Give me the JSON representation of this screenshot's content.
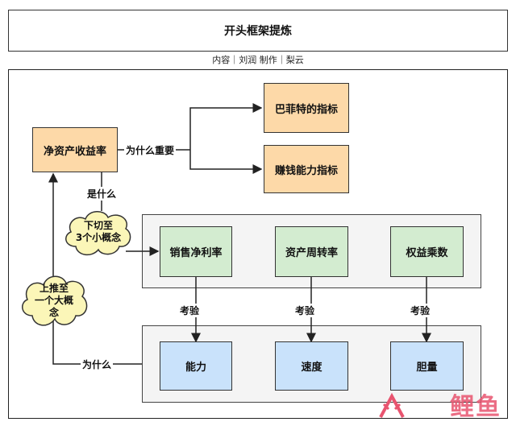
{
  "title": "开头框架提炼",
  "credit": "内容｜刘润  制作｜梨云",
  "nodes": {
    "roe": "净资产收益率",
    "buffett": "巴菲特的指标",
    "profit": "赚钱能力指标",
    "margin": "销售净利率",
    "turnover": "资产周转率",
    "leverage": "权益乘数",
    "ability": "能力",
    "speed": "速度",
    "courage": "胆量"
  },
  "labels": {
    "why_important": "为什么重要",
    "what_is": "是什么",
    "test1": "考验",
    "test2": "考验",
    "test3": "考验",
    "why": "为什么"
  },
  "clouds": {
    "down": [
      "下切至",
      "3个小概念"
    ],
    "up": [
      "上推至",
      "一个大概",
      "念"
    ]
  },
  "watermark": "鲤鱼"
}
